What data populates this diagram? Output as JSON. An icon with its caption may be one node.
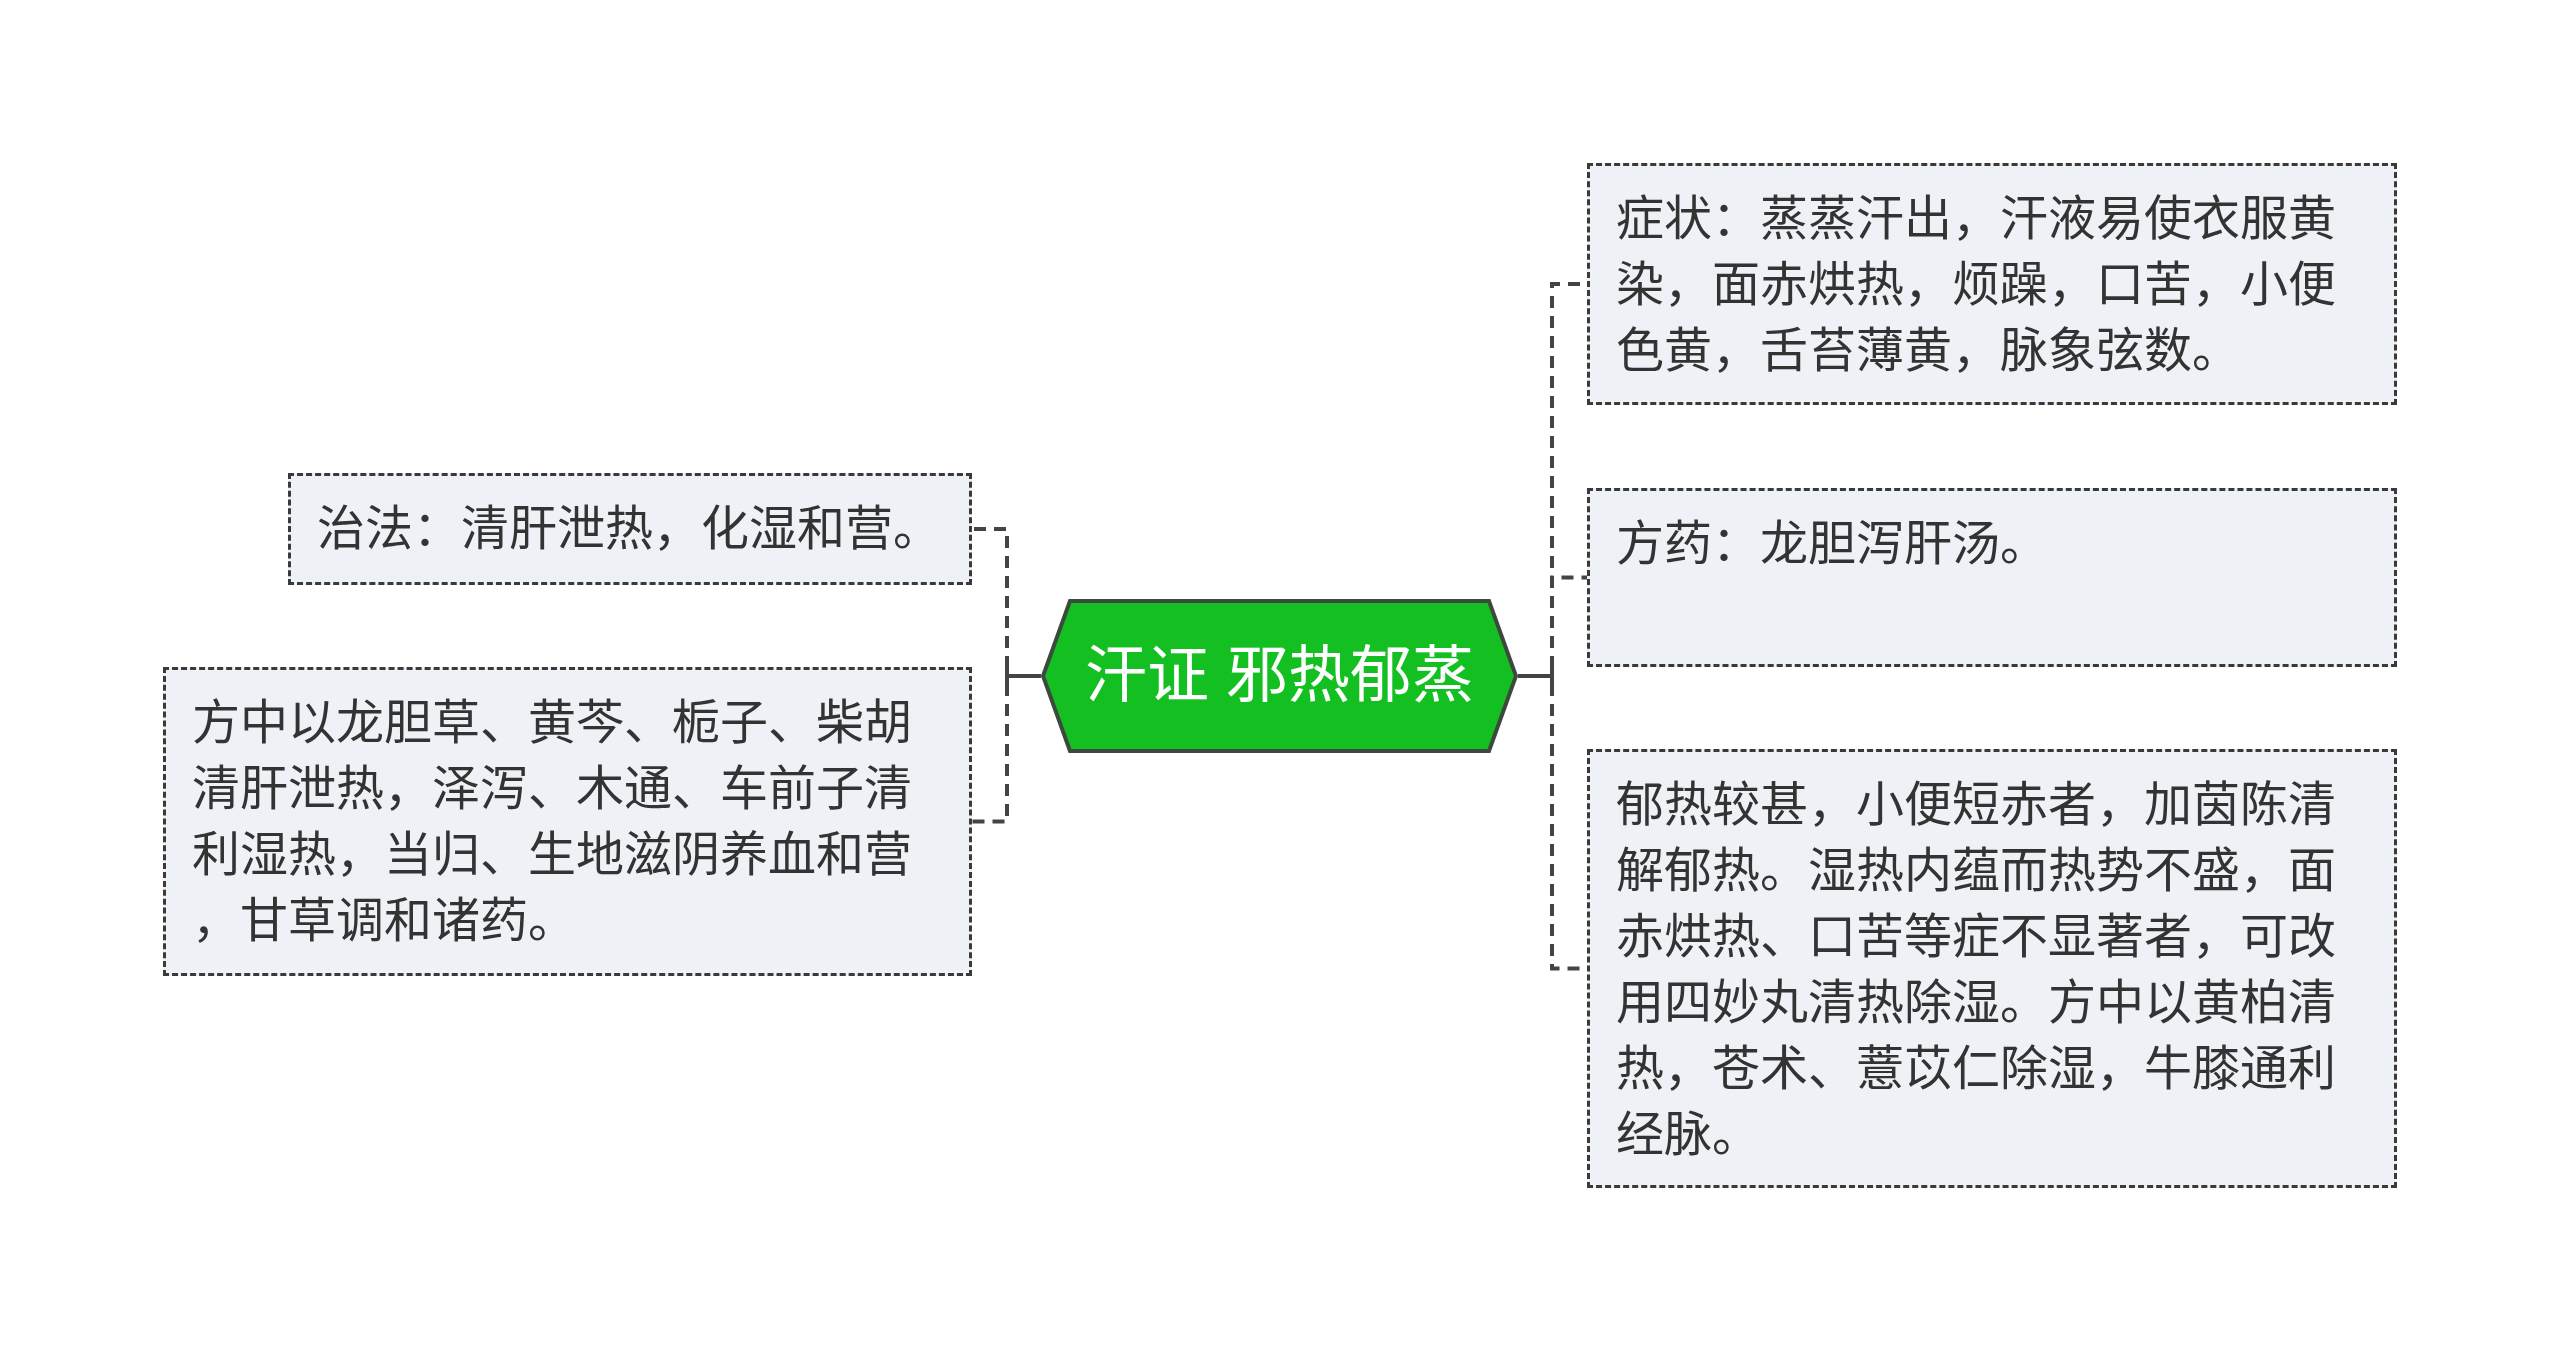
{
  "diagram": {
    "nodes": [
      {
        "text": [
          "汗证 邪热郁蒸"
        ]
      },
      {
        "text": [
          "治法：清肝泄热，化湿和营。"
        ]
      },
      {
        "text": [
          "方中以龙胆草、黄芩、栀子、柴胡清肝泄热，泽泻、木通、车前子清利湿热，当归、生地滋阴养血和营，甘草调和诸药。"
        ]
      },
      {
        "text": [
          "症状：蒸蒸汗出，汗液易使衣服黄染，面赤烘热，烦躁，口苦，小便色黄，舌苔薄黄，脉象弦数。"
        ]
      },
      {
        "text": [
          "方药：龙胆泻肝汤。"
        ]
      },
      {
        "text": [
          "郁热较甚，小便短赤者，加茵陈清解郁热。湿热内蕴而热势不盛，面赤烘热、口苦等症不显著者，可改用四妙丸清热除湿。方中以黄柏清热，苍术、薏苡仁除湿，牛膝通利经脉。"
        ]
      }
    ],
    "edges": [
      {
        "from": 0,
        "to": 1,
        "arrow": "none",
        "style": "dashed"
      },
      {
        "from": 0,
        "to": 2,
        "arrow": "none",
        "style": "dashed"
      },
      {
        "from": 0,
        "to": 3,
        "arrow": "none",
        "style": "dashed"
      },
      {
        "from": 0,
        "to": 4,
        "arrow": "none",
        "style": "dashed"
      },
      {
        "from": 0,
        "to": 5,
        "arrow": "none",
        "style": "dashed"
      }
    ]
  }
}
